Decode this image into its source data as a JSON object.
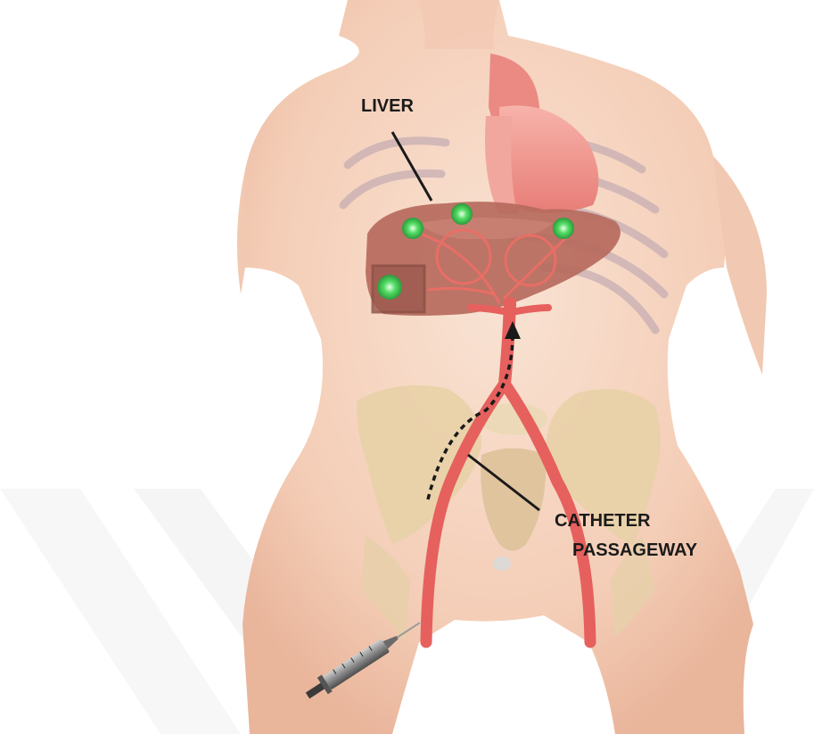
{
  "labels": {
    "liver": "LIVER",
    "catheter_line1": "CATHETER",
    "catheter_line2": "PASSAGEWAY"
  },
  "colors": {
    "skin": "#f6d6c2",
    "skin_shadow": "#e9b8a0",
    "liver": "#b96a5c",
    "artery": "#e8625f",
    "bone": "#e9d3ac",
    "ribs": "#c9b4b8",
    "tumor": "#3ecf55",
    "watermark": "#eeeeee"
  },
  "icons": {
    "tumor": "tumor-icon",
    "syringe": "syringe-icon",
    "arrow": "catheter-path-arrow-icon"
  }
}
